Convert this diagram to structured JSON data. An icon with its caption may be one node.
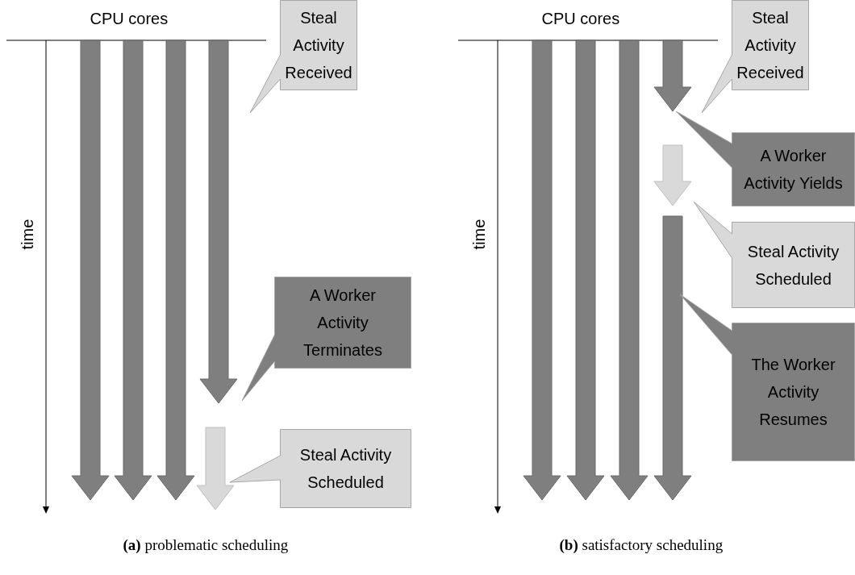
{
  "diagram": {
    "nodes": [
      {
        "text": [
          "Steal Activity Received"
        ]
      },
      {
        "text": [
          "A Worker Activity Terminates"
        ]
      },
      {
        "text": [
          "Steal Activity Scheduled"
        ]
      },
      {
        "text": [
          "Steal Activity Received"
        ]
      },
      {
        "text": [
          "A Worker Activity Yields"
        ]
      },
      {
        "text": [
          "Steal Activity Scheduled"
        ]
      },
      {
        "text": [
          "The Worker Activity Resumes"
        ]
      }
    ],
    "labels": [
      "CPU cores",
      "time",
      "**(a)** problematic scheduling",
      "CPU cores",
      "time",
      "**(b)** satisfactory scheduling"
    ]
  }
}
